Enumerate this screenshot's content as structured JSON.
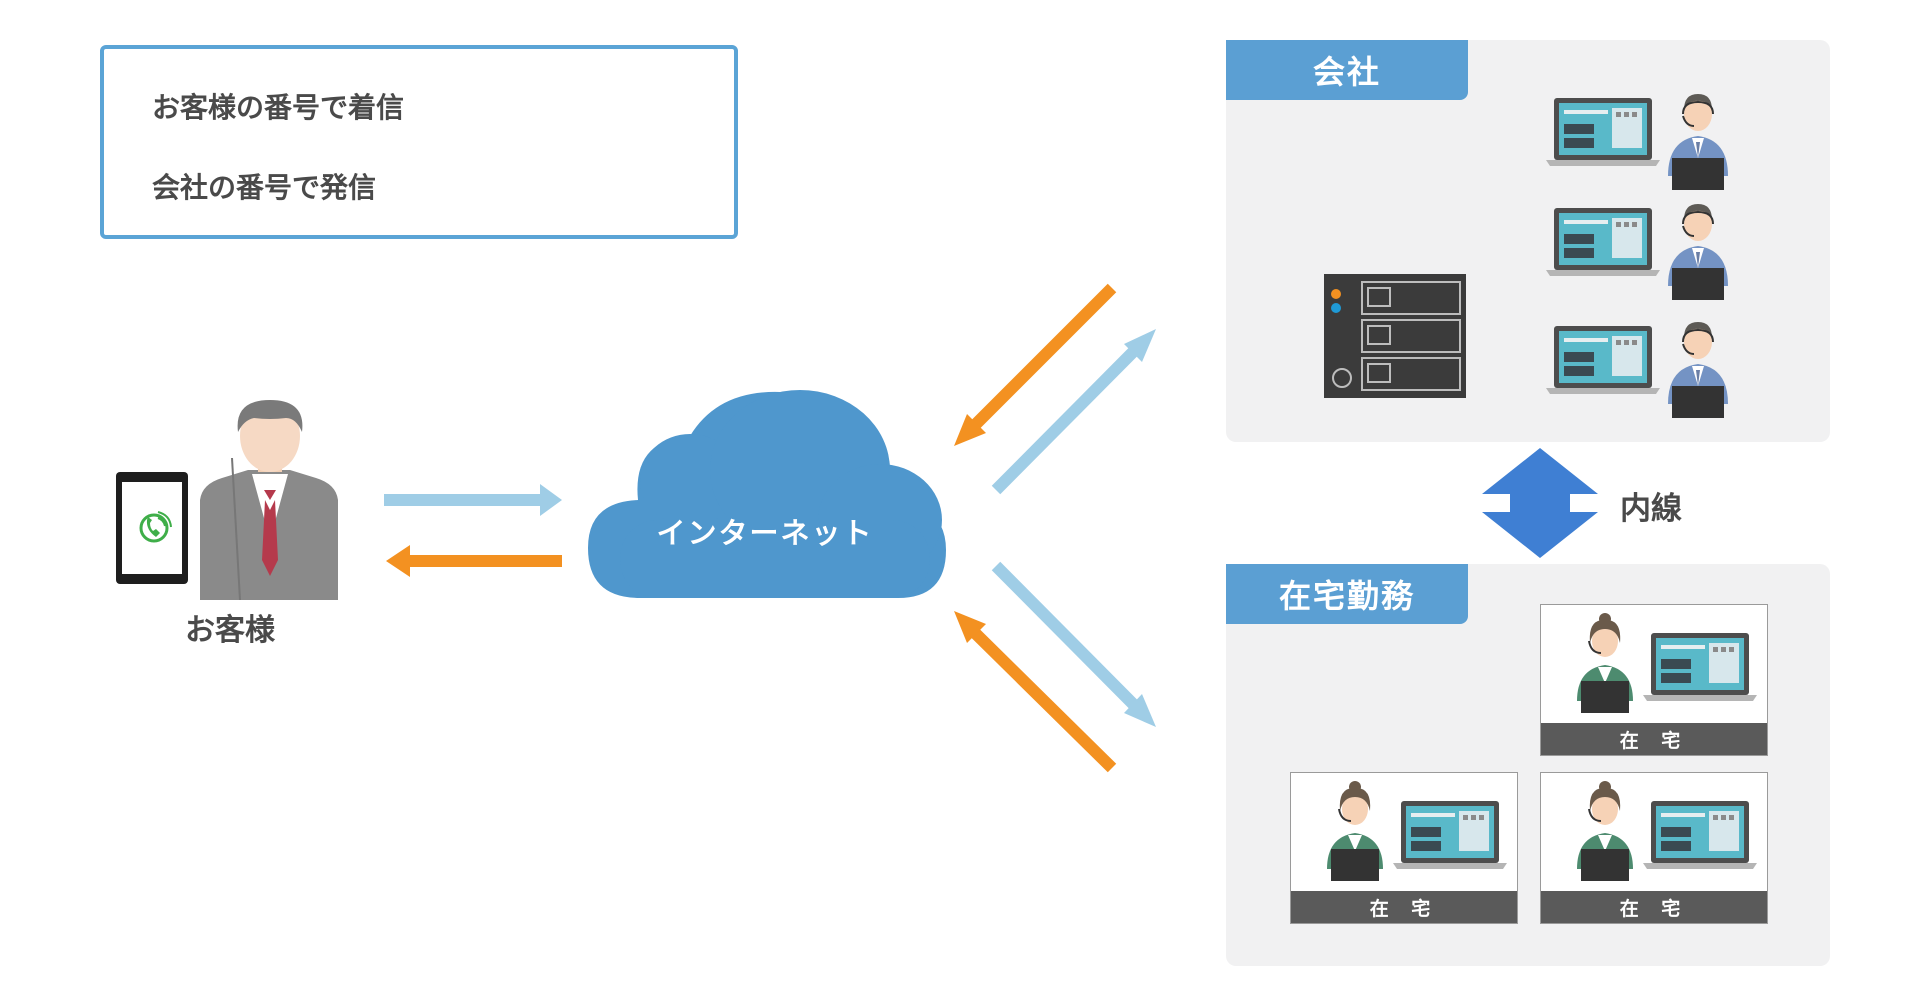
{
  "legend": {
    "incoming_label": "お客様の番号で着信",
    "outgoing_label": "会社の番号で発信"
  },
  "customer": {
    "label": "お客様"
  },
  "cloud": {
    "label": "インターネット"
  },
  "office": {
    "title": "会社"
  },
  "extension": {
    "label": "内線"
  },
  "remote": {
    "title": "在宅勤務",
    "home_label": "在 宅"
  },
  "colors": {
    "incoming_arrow": "#9fcde6",
    "outgoing_arrow": "#f39121",
    "cloud": "#4f97cd",
    "panel_tab": "#5b9fd3",
    "legend_border": "#5ba4d6",
    "extension_arrow": "#3f7fd3"
  },
  "icons": [
    "smartphone-call-icon",
    "customer-person-icon",
    "cloud-icon",
    "server-icon",
    "operator-pc-icon",
    "extension-arrow-icon"
  ]
}
